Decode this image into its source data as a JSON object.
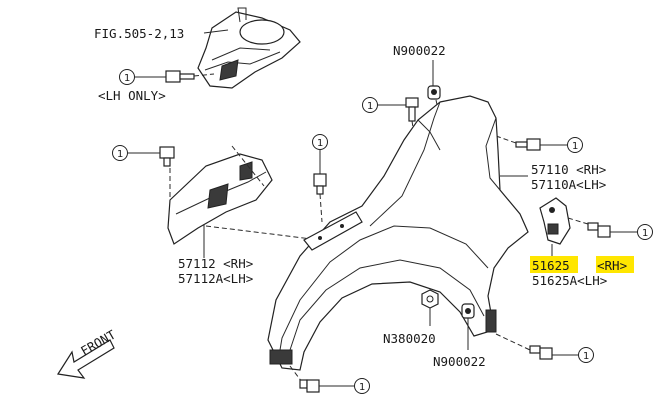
{
  "labels": {
    "fig_ref": "FIG.505-2,13",
    "lh_only": "<LH ONLY>",
    "n900022_top": "N900022",
    "n900022_bottom": "N900022",
    "n380020": "N380020",
    "p57110_rh": "57110 <RH>",
    "p57110a_lh": "57110A<LH>",
    "p57112_rh": "57112 <RH>",
    "p57112a_lh": "57112A<LH>",
    "p51625": "51625",
    "p51625_rh": "<RH>",
    "p51625a_lh": "51625A<LH>",
    "front": "FRONT"
  },
  "callout": "1",
  "colors": {
    "highlight": "#ffe600",
    "ink": "#222222"
  },
  "icons": {
    "front_arrow": "arrow-left-down-icon",
    "callout": "circled-number-icon",
    "bolt": "bolt-icon"
  }
}
